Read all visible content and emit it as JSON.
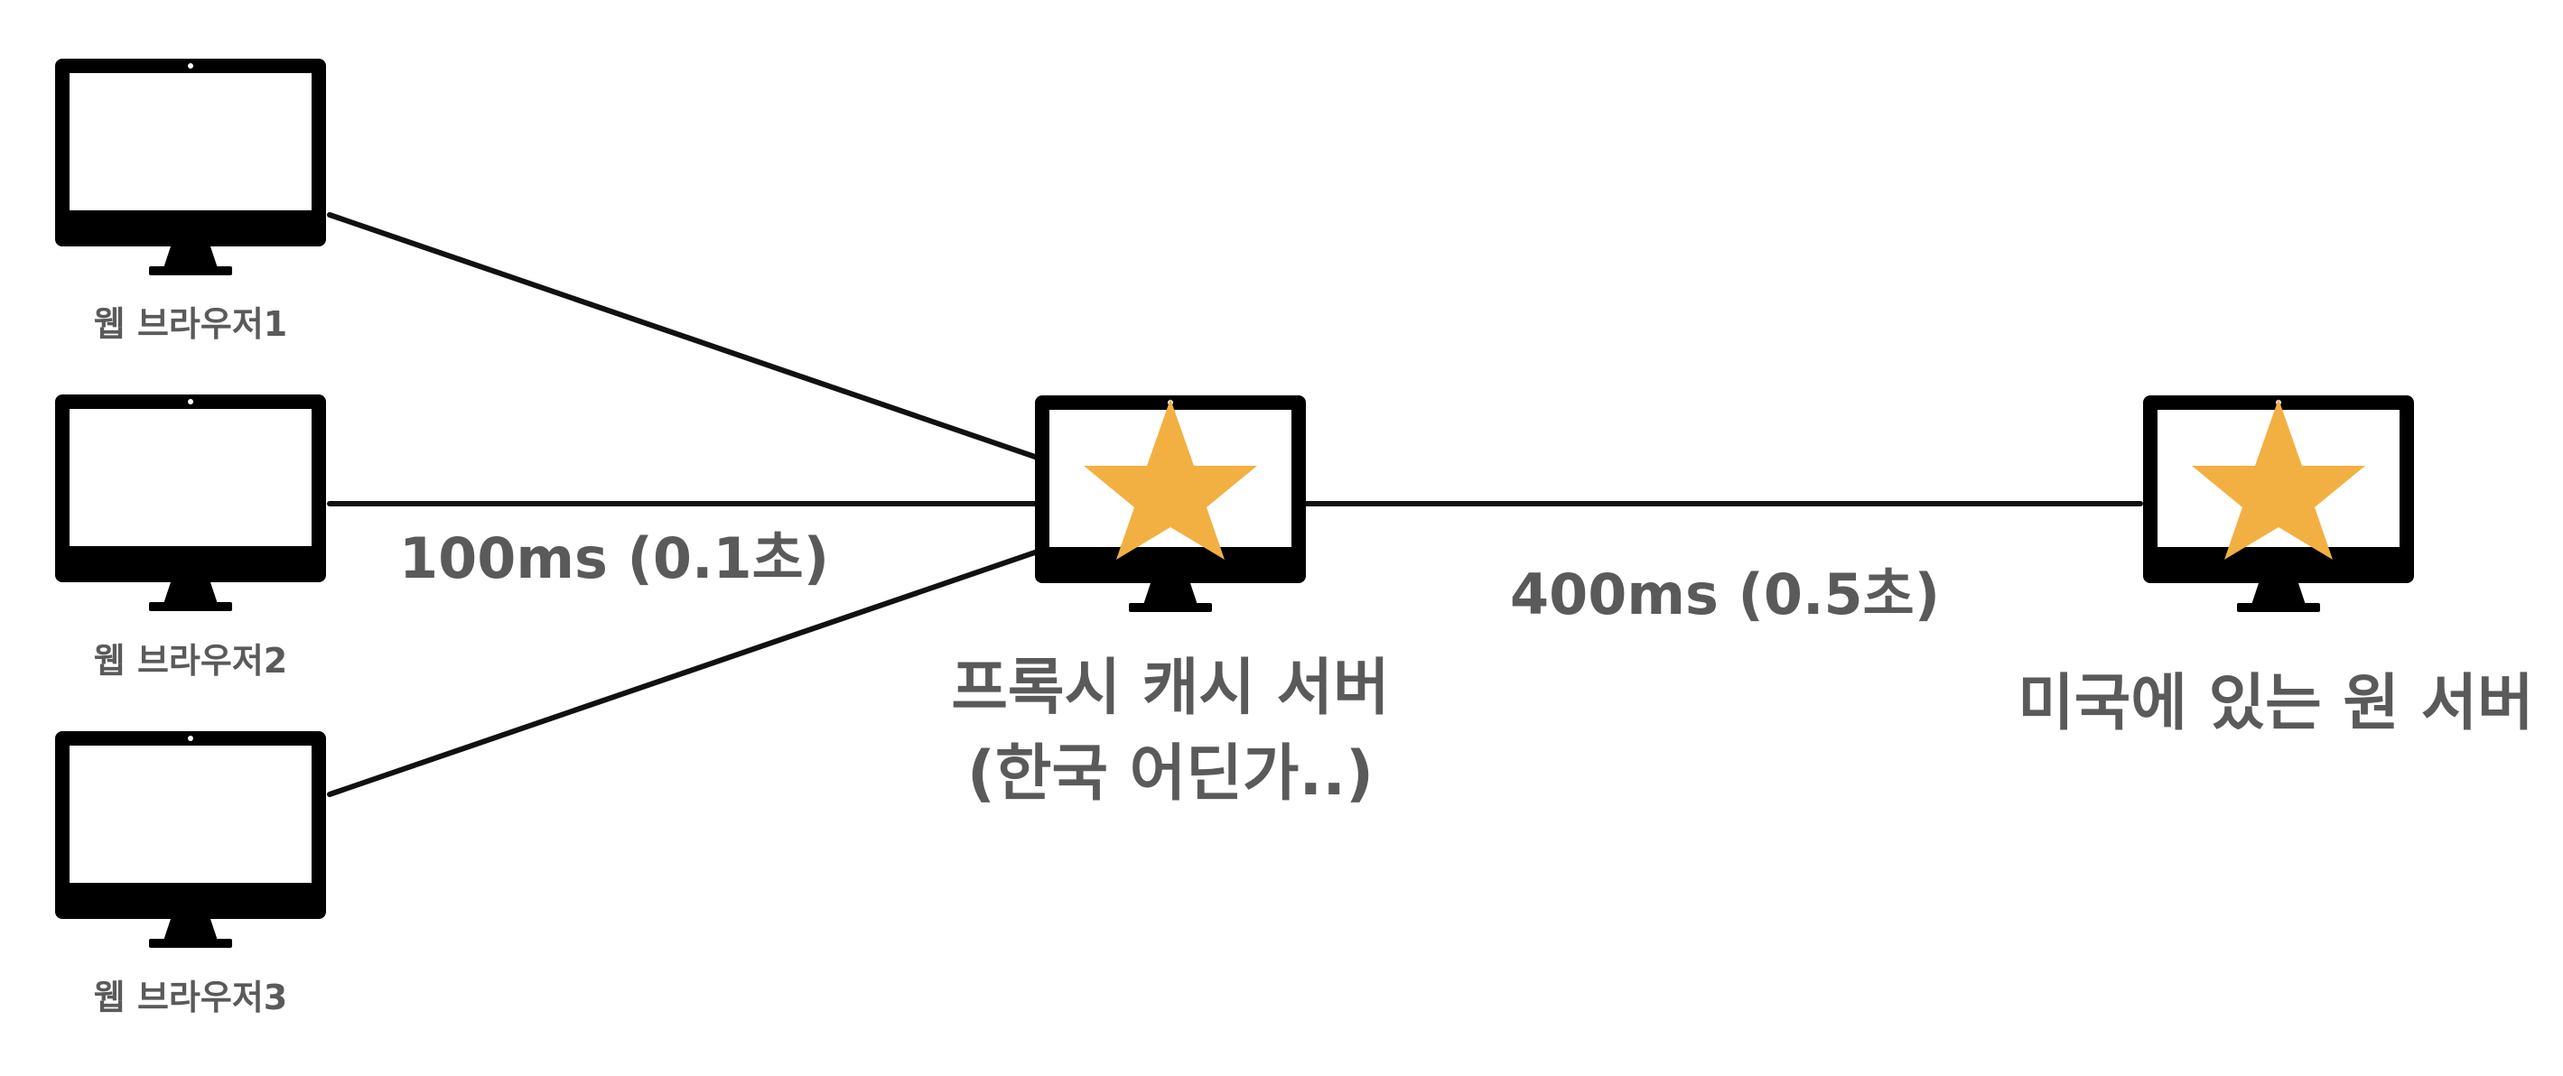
{
  "browsers": [
    {
      "label": "웹 브라우저1"
    },
    {
      "label": "웹 브라우저2"
    },
    {
      "label": "웹 브라우저3"
    }
  ],
  "proxy_server": {
    "line1": "프록시 캐시 서버",
    "line2": "(한국 어딘가..)"
  },
  "origin_server": {
    "label": "미국에 있는 원 서버"
  },
  "latency": {
    "browser_to_proxy": "100ms (0.1초)",
    "proxy_to_origin": "400ms (0.5초)"
  },
  "colors": {
    "monitor": "#000000",
    "cache_star": "#F2B042",
    "text": "#5a5a5a",
    "link": "#111111"
  }
}
